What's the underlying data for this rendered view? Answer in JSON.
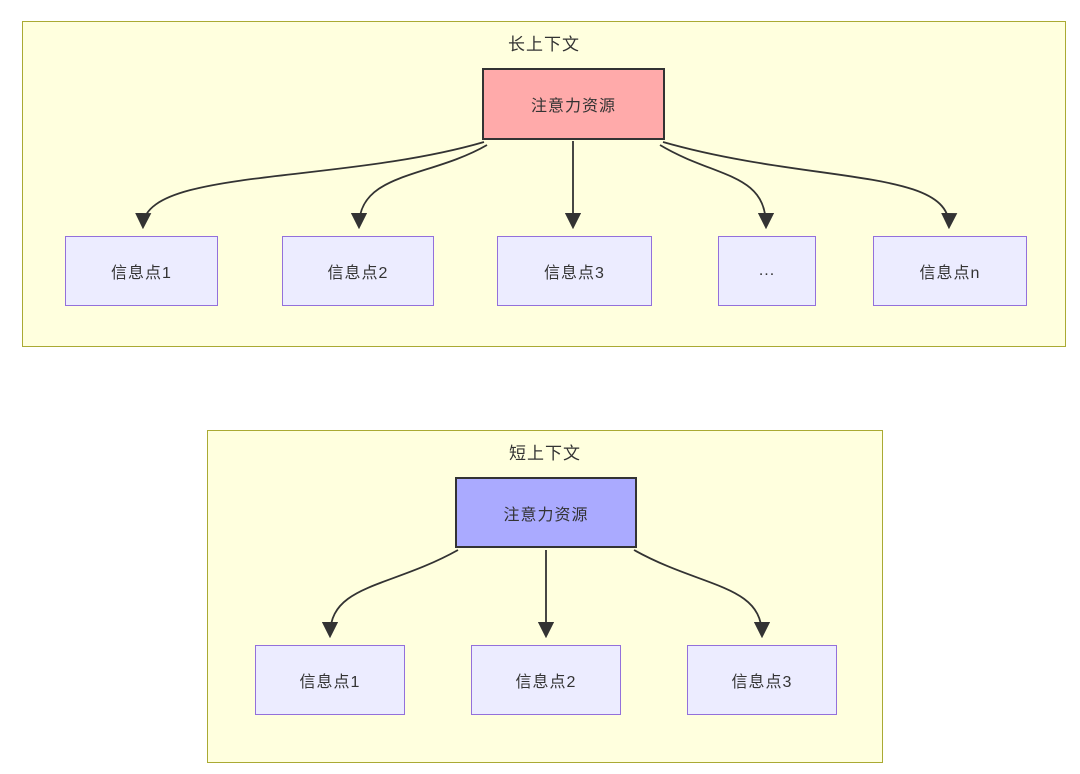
{
  "diagram": {
    "type": "flowchart",
    "colors": {
      "container_fill": "#ffffde",
      "container_border": "#aaaa33",
      "node_fill": "#ececff",
      "node_border": "#9370db",
      "attention_long_fill": "#ffaaaa",
      "attention_short_fill": "#aaaaff",
      "attention_border": "#333333",
      "edge_color": "#333333",
      "text_color": "#333333",
      "page_background": "#ffffff"
    },
    "long_context": {
      "title": "长上下文",
      "attention_label": "注意力资源",
      "nodes": [
        "信息点1",
        "信息点2",
        "信息点3",
        "...",
        "信息点n"
      ]
    },
    "short_context": {
      "title": "短上下文",
      "attention_label": "注意力资源",
      "nodes": [
        "信息点1",
        "信息点2",
        "信息点3"
      ]
    }
  }
}
